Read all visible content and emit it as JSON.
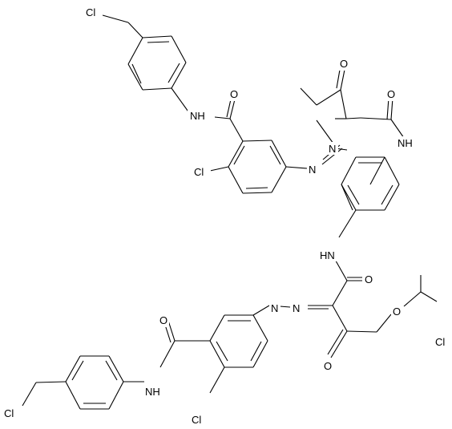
{
  "diagram": {
    "type": "chemical-structure",
    "atoms": {
      "cl_top": "Cl",
      "nh_amide_top": "NH",
      "o_amide_top": "O",
      "cl_ring_top": "Cl",
      "n_azo_top_1": "N",
      "n_azo_top_2": "N",
      "o_acetyl": "O",
      "o_amide_center_top": "O",
      "nh_center_top": "NH",
      "nh_center_bottom": "HN",
      "o_amide_center_bottom": "O",
      "o_ether": "O",
      "cl_side": "Cl",
      "n_azo_bottom_1": "N",
      "n_azo_bottom_2": "N",
      "o_keto_bottom": "O",
      "o_amide_bottom": "O",
      "nh_amide_bottom": "NH",
      "cl_bottom_left": "Cl",
      "cl_ring_bottom": "Cl"
    }
  }
}
